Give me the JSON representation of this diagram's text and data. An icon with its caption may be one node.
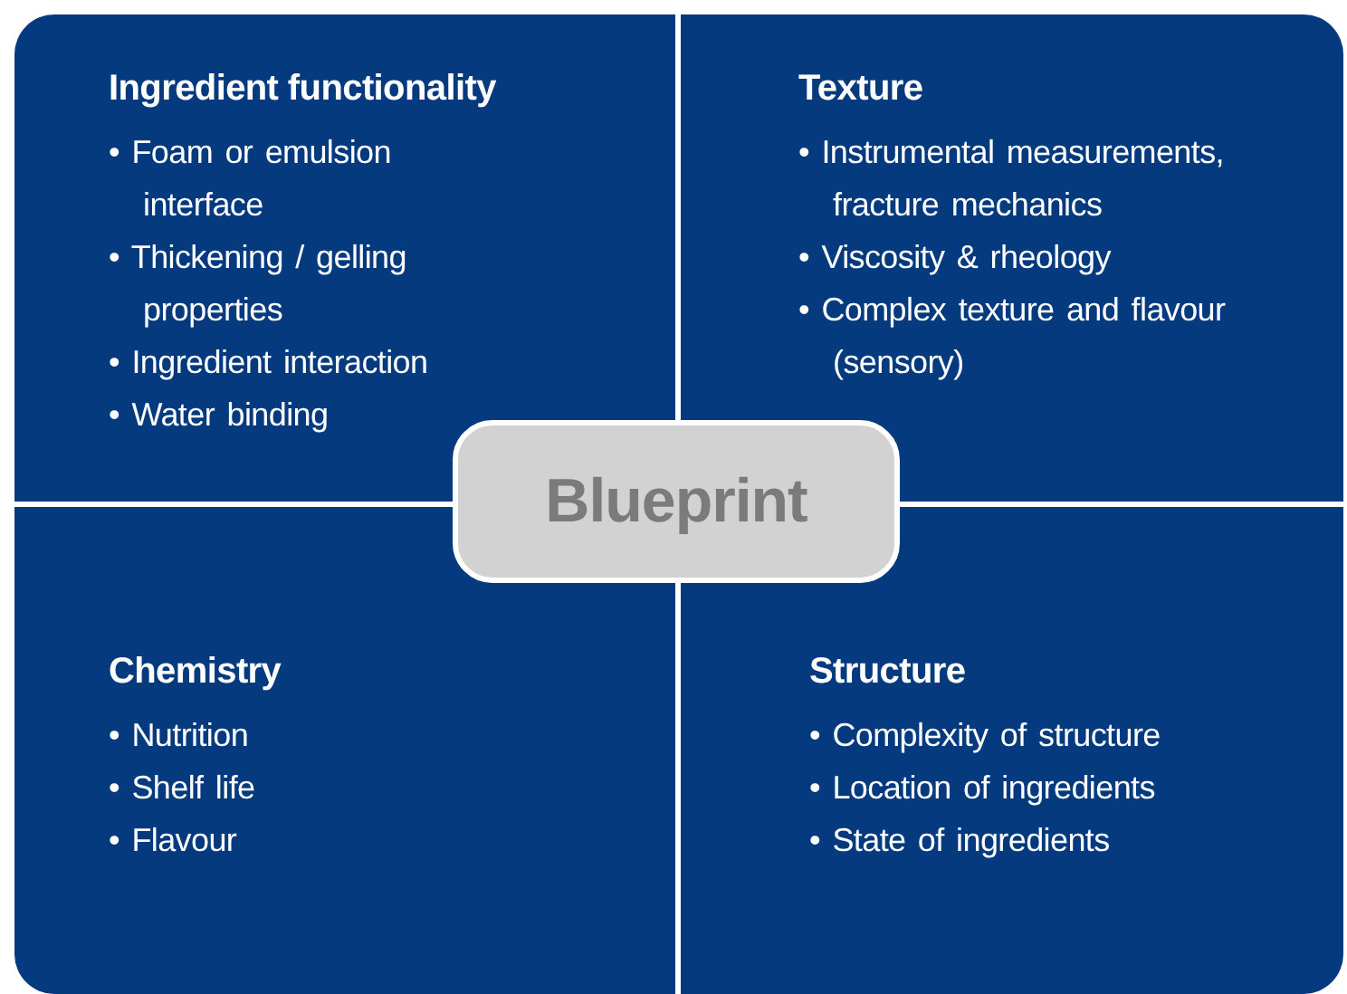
{
  "diagram": {
    "nodes": [
      {
        "text": [
          "Ingredient functionality",
          "• Foam or emulsion interface",
          "• Thickening / gelling properties",
          "• Ingredient interaction",
          "• Water binding"
        ]
      },
      {
        "text": [
          "Texture",
          "• Instrumental measurements, fracture mechanics",
          "• Viscosity & rheology",
          "• Complex texture and flavour (sensory)"
        ]
      },
      {
        "text": [
          "Blueprint"
        ]
      },
      {
        "text": [
          "Chemistry",
          "• Nutrition",
          "• Shelf life",
          "• Flavour"
        ]
      },
      {
        "text": [
          "Structure",
          "• Complexity of structure",
          "• Location of ingredients",
          "• State of ingredients"
        ]
      }
    ]
  }
}
